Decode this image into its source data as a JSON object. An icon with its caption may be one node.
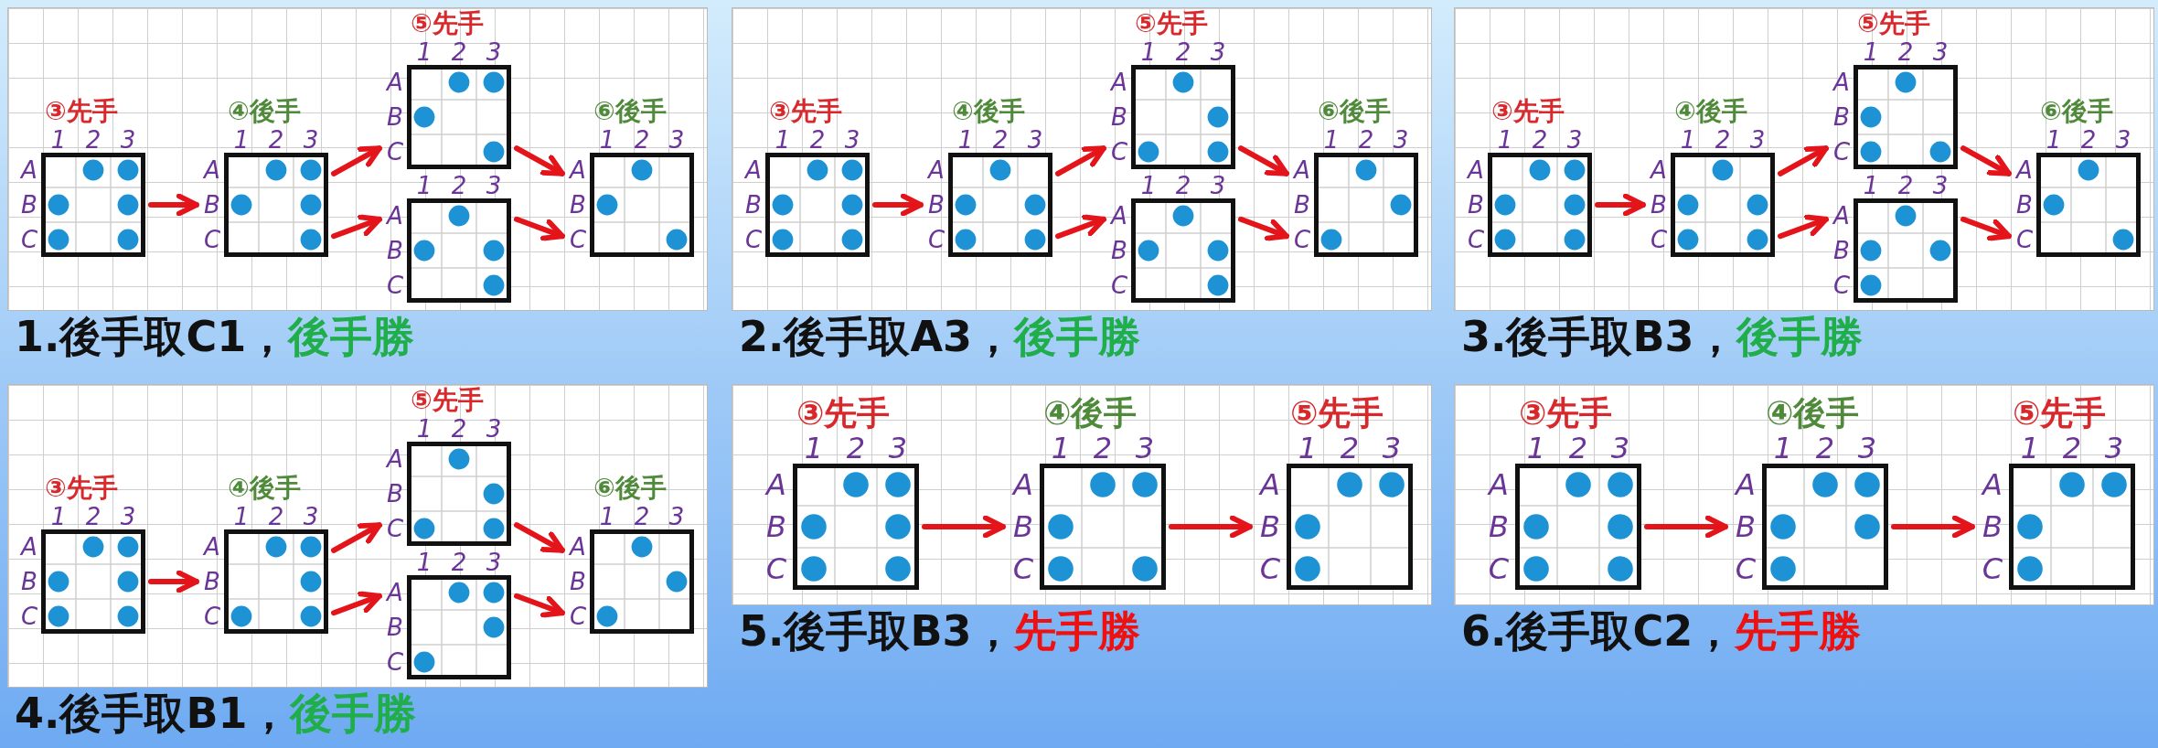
{
  "diagram": {
    "nodes": [
      {
        "text": [
          "1.後手取C1，",
          "後手勝"
        ]
      },
      {
        "text": [
          "③先手",
          "1",
          "2",
          "3",
          "A",
          "B",
          "C"
        ],
        "in": 0
      },
      {
        "text": [
          "④後手",
          "1",
          "2",
          "3",
          "A",
          "B",
          "C"
        ],
        "in": 0
      },
      {
        "text": [
          "⑤先手",
          "1",
          "2",
          "3",
          "A",
          "B",
          "C"
        ],
        "in": 0
      },
      {
        "text": [
          "1",
          "2",
          "3",
          "A",
          "B",
          "C"
        ],
        "in": 0
      },
      {
        "text": [
          "⑥後手",
          "1",
          "2",
          "3",
          "A",
          "B",
          "C"
        ],
        "in": 0
      },
      {
        "text": [
          "2.後手取A3，",
          "後手勝"
        ]
      },
      {
        "text": [
          "③先手",
          "1",
          "2",
          "3",
          "A",
          "B",
          "C"
        ],
        "in": 6
      },
      {
        "text": [
          "④後手",
          "1",
          "2",
          "3",
          "A",
          "B",
          "C"
        ],
        "in": 6
      },
      {
        "text": [
          "⑤先手",
          "1",
          "2",
          "3",
          "A",
          "B",
          "C"
        ],
        "in": 6
      },
      {
        "text": [
          "1",
          "2",
          "3",
          "A",
          "B",
          "C"
        ],
        "in": 6
      },
      {
        "text": [
          "⑥後手",
          "1",
          "2",
          "3",
          "A",
          "B",
          "C"
        ],
        "in": 6
      },
      {
        "text": [
          "3.後手取B3，",
          "後手勝"
        ]
      },
      {
        "text": [
          "③先手",
          "1",
          "2",
          "3",
          "A",
          "B",
          "C"
        ],
        "in": 12
      },
      {
        "text": [
          "④後手",
          "1",
          "2",
          "3",
          "A",
          "B",
          "C"
        ],
        "in": 12
      },
      {
        "text": [
          "⑤先手",
          "1",
          "2",
          "3",
          "A",
          "B",
          "C"
        ],
        "in": 12
      },
      {
        "text": [
          "1",
          "2",
          "3",
          "A",
          "B",
          "C"
        ],
        "in": 12
      },
      {
        "text": [
          "⑥後手",
          "1",
          "2",
          "3",
          "A",
          "B",
          "C"
        ],
        "in": 12
      },
      {
        "text": [
          "4.後手取B1，",
          "後手勝"
        ]
      },
      {
        "text": [
          "③先手",
          "1",
          "2",
          "3",
          "A",
          "B",
          "C"
        ],
        "in": 18
      },
      {
        "text": [
          "④後手",
          "1",
          "2",
          "3",
          "A",
          "B",
          "C"
        ],
        "in": 18
      },
      {
        "text": [
          "⑤先手",
          "1",
          "2",
          "3",
          "A",
          "B",
          "C"
        ],
        "in": 18
      },
      {
        "text": [
          "1",
          "2",
          "3",
          "A",
          "B",
          "C"
        ],
        "in": 18
      },
      {
        "text": [
          "⑥後手",
          "1",
          "2",
          "3",
          "A",
          "B",
          "C"
        ],
        "in": 18
      },
      {
        "text": [
          "5.後手取B3，",
          "先手勝"
        ]
      },
      {
        "text": [
          "③先手",
          "1",
          "2",
          "3",
          "A",
          "B",
          "C"
        ],
        "in": 24
      },
      {
        "text": [
          "④後手",
          "1",
          "2",
          "3",
          "A",
          "B",
          "C"
        ],
        "in": 24
      },
      {
        "text": [
          "⑤先手",
          "1",
          "2",
          "3",
          "A",
          "B",
          "C"
        ],
        "in": 24
      },
      {
        "text": [
          "6.後手取C2，",
          "先手勝"
        ]
      },
      {
        "text": [
          "③先手",
          "1",
          "2",
          "3",
          "A",
          "B",
          "C"
        ],
        "in": 28
      },
      {
        "text": [
          "④後手",
          "1",
          "2",
          "3",
          "A",
          "B",
          "C"
        ],
        "in": 28
      },
      {
        "text": [
          "⑤先手",
          "1",
          "2",
          "3",
          "A",
          "B",
          "C"
        ],
        "in": 28
      }
    ],
    "edges": [
      {
        "from": 1,
        "to": 2,
        "arrow": "to"
      },
      {
        "from": 2,
        "to": 3,
        "arrow": "to"
      },
      {
        "from": 2,
        "to": 4,
        "arrow": "to"
      },
      {
        "from": 3,
        "to": 5,
        "arrow": "to"
      },
      {
        "from": 4,
        "to": 5,
        "arrow": "to"
      },
      {
        "from": 7,
        "to": 8,
        "arrow": "to"
      },
      {
        "from": 8,
        "to": 9,
        "arrow": "to"
      },
      {
        "from": 8,
        "to": 10,
        "arrow": "to"
      },
      {
        "from": 9,
        "to": 11,
        "arrow": "to"
      },
      {
        "from": 10,
        "to": 11,
        "arrow": "to"
      },
      {
        "from": 13,
        "to": 14,
        "arrow": "to"
      },
      {
        "from": 14,
        "to": 15,
        "arrow": "to"
      },
      {
        "from": 14,
        "to": 16,
        "arrow": "to"
      },
      {
        "from": 15,
        "to": 17,
        "arrow": "to"
      },
      {
        "from": 16,
        "to": 17,
        "arrow": "to"
      },
      {
        "from": 19,
        "to": 20,
        "arrow": "to"
      },
      {
        "from": 20,
        "to": 21,
        "arrow": "to"
      },
      {
        "from": 20,
        "to": 22,
        "arrow": "to"
      },
      {
        "from": 21,
        "to": 23,
        "arrow": "to"
      },
      {
        "from": 22,
        "to": 23,
        "arrow": "to"
      },
      {
        "from": 25,
        "to": 26,
        "arrow": "to"
      },
      {
        "from": 26,
        "to": 27,
        "arrow": "to"
      },
      {
        "from": 29,
        "to": 30,
        "arrow": "to"
      },
      {
        "from": 30,
        "to": 31,
        "arrow": "to"
      }
    ]
  }
}
